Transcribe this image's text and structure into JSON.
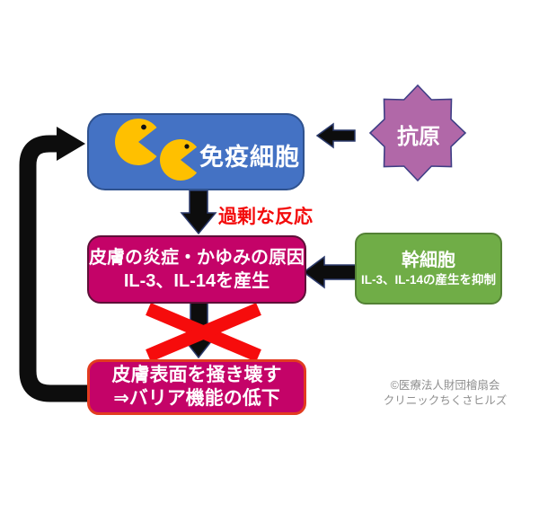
{
  "diagram": {
    "nodes": {
      "immune_cell": {
        "label": "免疫細胞"
      },
      "antigen": {
        "label": "抗原"
      },
      "inflammation": {
        "line1": "皮膚の炎症・かゆみの原因",
        "line2": "IL-3、IL-14を産生"
      },
      "stem_cell": {
        "title": "幹細胞",
        "subtitle": "IL-3、IL-14の産生を抑制"
      },
      "scratch": {
        "line1": "皮膚表面を掻き壊す",
        "line2": "⇒バリア機能の低下"
      }
    },
    "labels": {
      "excessive_reaction": "過剰な反応"
    },
    "icons": [
      "pacman-immune-cell-icon",
      "pacman-immune-cell-icon",
      "burst-star-shape",
      "blocked-cross-icon",
      "feedback-loop-arrow"
    ],
    "colors": {
      "immune_box_fill": "#4472c4",
      "immune_box_border": "#2f528f",
      "pacman_yellow": "#ffc000",
      "magenta_box_fill": "#c40368",
      "scratch_box_border": "#e23b20",
      "stem_cell_fill": "#70ad47",
      "stem_cell_border": "#538135",
      "antigen_fill": "#b168a8",
      "antigen_border": "#3f3f86",
      "warning_red": "#f30b0b",
      "arrow_black": "#0d0d0d",
      "arrow_outline_navy": "#2b3a6b",
      "copyright_gray": "#8f8f8f"
    }
  },
  "footer": {
    "line1": "©医療法人財団檜扇会",
    "line2": "クリニックちくさヒルズ"
  }
}
